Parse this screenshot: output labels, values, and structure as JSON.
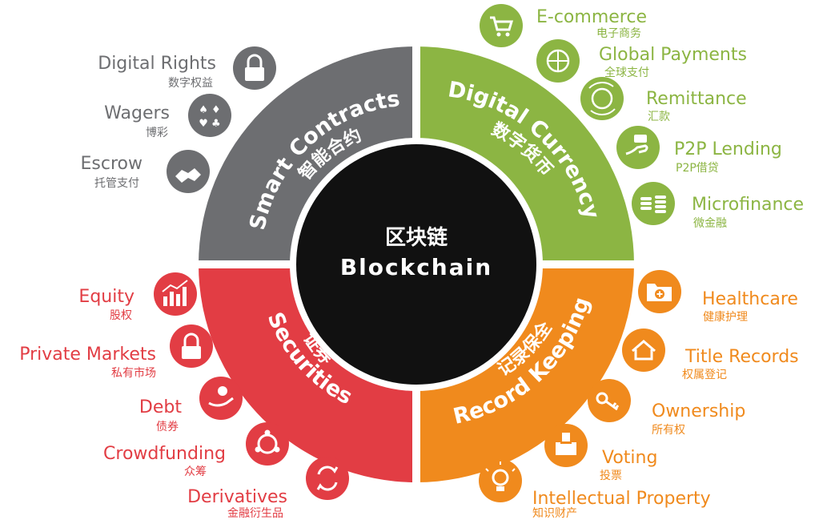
{
  "center": {
    "cn": "区块链",
    "en": "Blockchain"
  },
  "colors": {
    "smart": "#6d6e71",
    "currency": "#8cb543",
    "securities": "#e23d44",
    "records": "#f08a1d",
    "center": "#111111"
  },
  "segments": {
    "smart": {
      "en": "Smart Contracts",
      "cn": "智能合约"
    },
    "currency": {
      "en": "Digital Currency",
      "cn": "数字货币"
    },
    "securities": {
      "en": "Securities",
      "cn": "证券"
    },
    "records": {
      "en": "Record Keeping",
      "cn": "记录保全"
    }
  },
  "smart_items": [
    {
      "en": "Digital Rights",
      "cn": "数字权益",
      "icon": "lock-icon"
    },
    {
      "en": "Wagers",
      "cn": "博彩",
      "icon": "card-suits-icon"
    },
    {
      "en": "Escrow",
      "cn": "托管支付",
      "icon": "handshake-icon"
    }
  ],
  "currency_items": [
    {
      "en": "E-commerce",
      "cn": "电子商务",
      "icon": "shopping-cart-icon"
    },
    {
      "en": "Global Payments",
      "cn": "全球支付",
      "icon": "globe-payment-icon"
    },
    {
      "en": "Remittance",
      "cn": "汇款",
      "icon": "globe-transfer-icon"
    },
    {
      "en": "P2P Lending",
      "cn": "P2P借贷",
      "icon": "hand-money-icon"
    },
    {
      "en": "Microfinance",
      "cn": "微金融",
      "icon": "coins-icon"
    }
  ],
  "securities_items": [
    {
      "en": "Equity",
      "cn": "股权",
      "icon": "bar-chart-icon"
    },
    {
      "en": "Private Markets",
      "cn": "私有市场",
      "icon": "lock-icon"
    },
    {
      "en": "Debt",
      "cn": "债券",
      "icon": "hand-coin-icon"
    },
    {
      "en": "Crowdfunding",
      "cn": "众筹",
      "icon": "people-circle-icon"
    },
    {
      "en": "Derivatives",
      "cn": "金融衍生品",
      "icon": "exchange-arrows-icon"
    }
  ],
  "records_items": [
    {
      "en": "Healthcare",
      "cn": "健康护理",
      "icon": "medical-folder-icon"
    },
    {
      "en": "Title Records",
      "cn": "权属登记",
      "icon": "house-icon"
    },
    {
      "en": "Ownership",
      "cn": "所有权",
      "icon": "key-icon"
    },
    {
      "en": "Voting",
      "cn": "投票",
      "icon": "ballot-box-icon"
    },
    {
      "en": "Intellectual Property",
      "cn": "知识财产",
      "icon": "lightbulb-icon"
    }
  ]
}
